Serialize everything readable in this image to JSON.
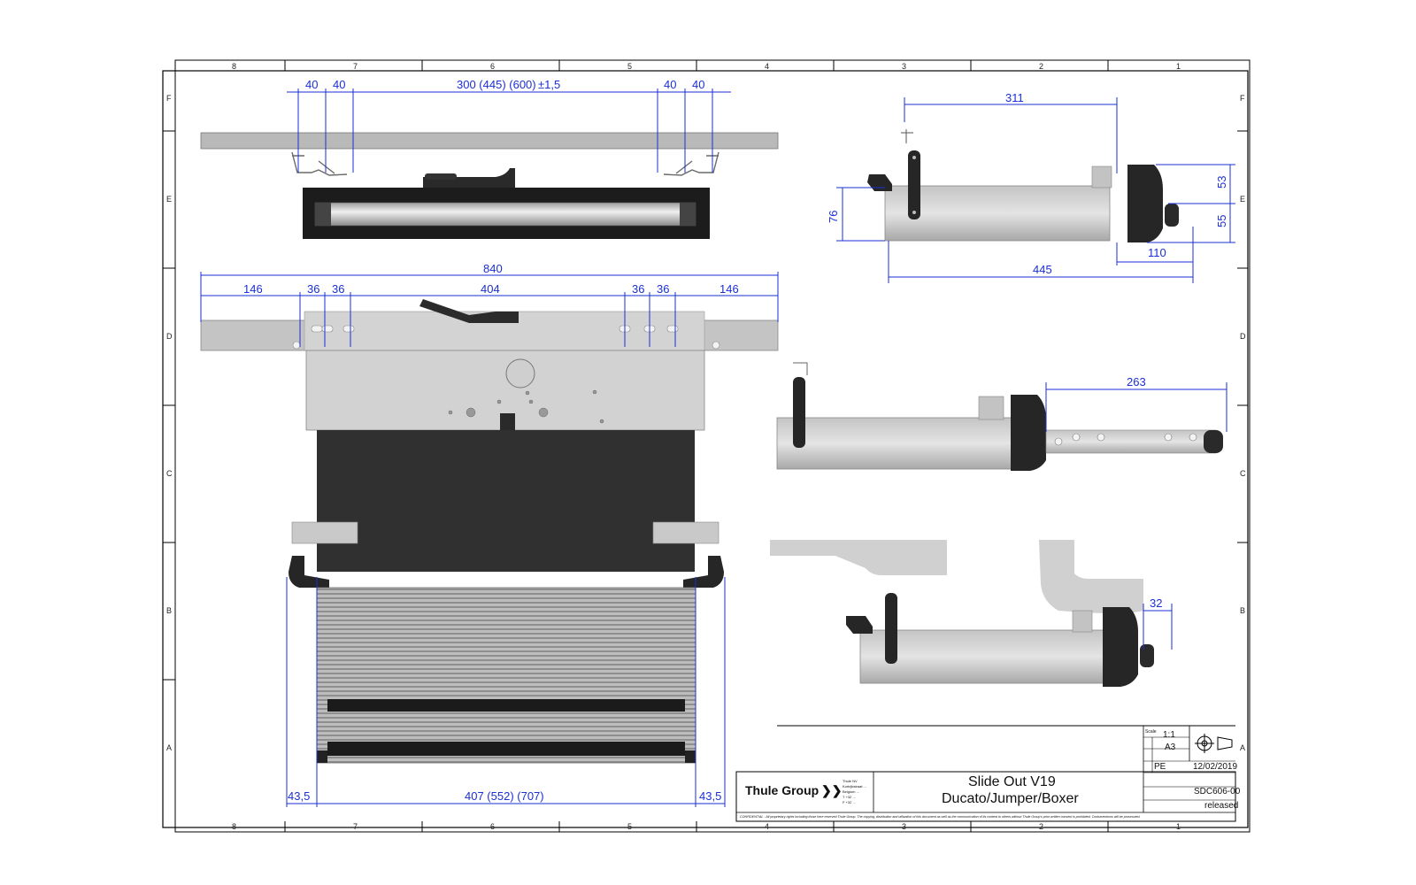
{
  "sheet": {
    "col_labels": [
      "8",
      "7",
      "6",
      "5",
      "4",
      "3",
      "2",
      "1"
    ],
    "row_labels": [
      "F",
      "E",
      "D",
      "C",
      "B",
      "A"
    ]
  },
  "dimensions": {
    "top_view": {
      "d40a": "40",
      "d40b": "40",
      "d300": "300 (445) (600)",
      "tol": "±1,5",
      "d40c": "40",
      "d40d": "40"
    },
    "front_view": {
      "d840": "840",
      "d146a": "146",
      "d36a": "36",
      "d36b": "36",
      "d404": "404",
      "d36c": "36",
      "d36d": "36",
      "d146b": "146",
      "d435a": "43,5",
      "d407": "407 (552) (707)",
      "d435b": "43,5"
    },
    "side_view": {
      "d311": "311",
      "d76": "76",
      "d53": "53",
      "d55": "55",
      "d110": "110",
      "d445": "445"
    },
    "extended_view": {
      "d263": "263"
    },
    "installed_view": {
      "d32": "32"
    }
  },
  "title_block": {
    "company": "Thule Group",
    "company_lines": [
      "Thule NV",
      "Kortrijkstraat ...",
      "Belgium ...",
      "T +32 ...",
      "F +32 ..."
    ],
    "title_line1": "Slide Out V19",
    "title_line2": "Ducato/Jumper/Boxer",
    "scale_label": "Scale",
    "scale": "1:1",
    "format": "A3",
    "author": "PE",
    "date": "12/02/2019",
    "drawing_no": "SDC606-00",
    "status": "released",
    "disclaimer": "CONFIDENTIAL - All proprietary rights including those here reserved Thule Group. The copying, distribution and utilization of this document as well as the communication of its content to others without Thule Group's prior written consent is prohibited. Contraventions will be prosecuted."
  }
}
